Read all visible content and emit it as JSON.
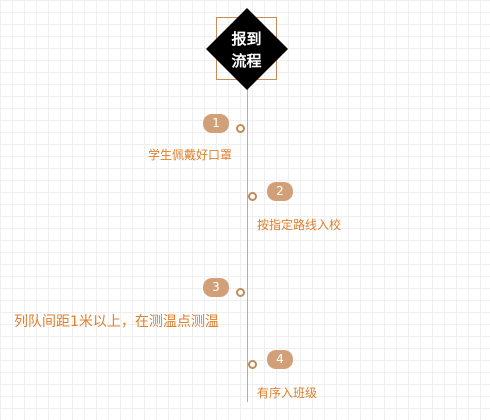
{
  "title": {
    "line1": "报到",
    "line2": "流程"
  },
  "steps": [
    {
      "number": "1",
      "text": "学生佩戴好口罩"
    },
    {
      "number": "2",
      "text": "按指定路线入校"
    },
    {
      "number": "3",
      "text": "列队间距1米以上，在测温点测温"
    },
    {
      "number": "4",
      "text": "有序入班级"
    }
  ],
  "colors": {
    "accent_text": "#e07f2c",
    "badge": "#d1a079",
    "line": "#d6a57a",
    "title_bg": "#000000"
  }
}
